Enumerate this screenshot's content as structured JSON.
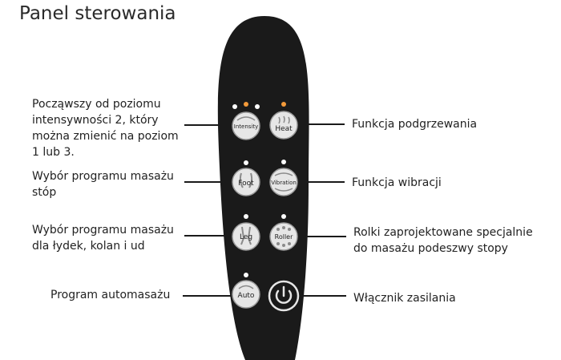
{
  "title": "Panel sterowania",
  "buttons": {
    "intensity": "Intensity",
    "heat": "Heat",
    "foot": "Foot",
    "vibration": "Vibration",
    "leg": "Leg",
    "roller": "Roller",
    "auto": "Auto"
  },
  "labels": {
    "intensity": [
      "Począwszy od poziomu",
      "intensywności 2, który",
      "można zmienić na poziom",
      "1 lub 3."
    ],
    "foot": [
      "Wybór programu masażu",
      "stóp"
    ],
    "leg": [
      "Wybór programu masażu",
      "dla łydek, kolan i ud"
    ],
    "auto": "Program automasażu",
    "heat": "Funkcja podgrzewania",
    "vibration": "Funkcja wibracji",
    "roller": [
      "Rolki zaprojektowane specjalnie",
      "do masażu podeszwy stopy"
    ],
    "power": "Włącznik zasilania"
  },
  "colors": {
    "panel": "#1a1a1a",
    "button": "#e6e6e6",
    "button_text": "#1e1e1e",
    "indicator_white": "#ffffff",
    "indicator_orange": "#f39a3a",
    "line": "#1a1a1a"
  }
}
